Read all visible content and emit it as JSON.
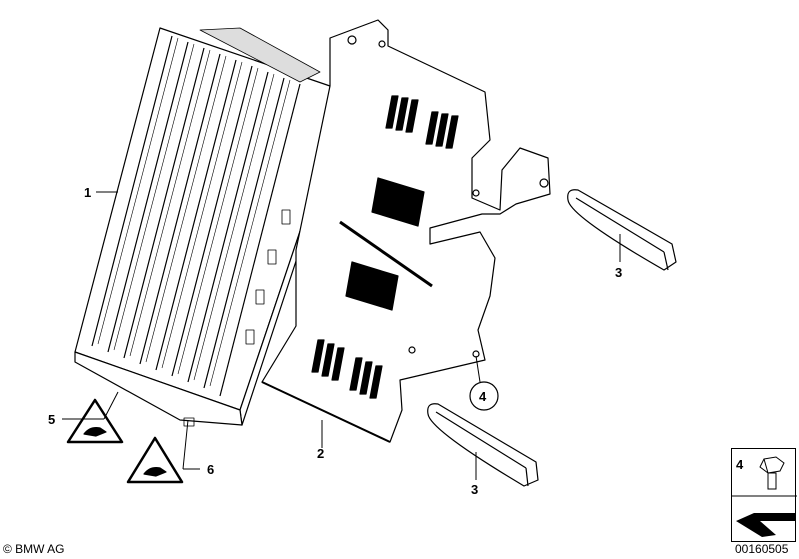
{
  "callouts": {
    "amplifier": "1",
    "bracket": "2",
    "strip_upper": "3",
    "strip_lower": "3",
    "bolt_circle": "4",
    "warning_a": "5",
    "warning_b": "6"
  },
  "legend": {
    "number": "4"
  },
  "footer": {
    "copyright": "© BMW AG",
    "diagram_number": "00160505"
  },
  "icons": {
    "warning_symbol": "triangle-warning-icon",
    "bolt_symbol": "hex-bolt-icon",
    "arrow_symbol": "diagonal-arrow-icon"
  }
}
